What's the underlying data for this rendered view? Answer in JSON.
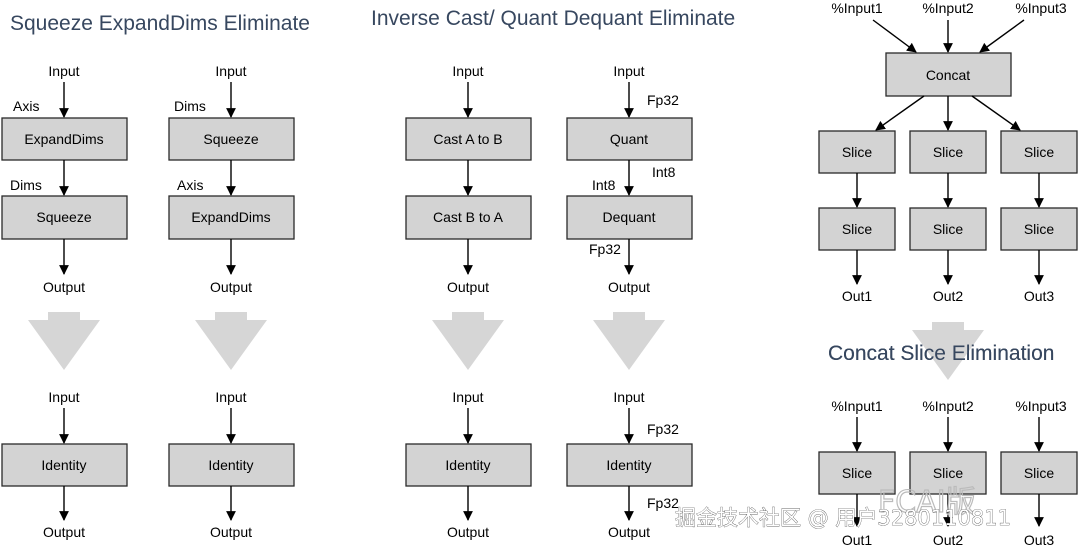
{
  "titles": {
    "squeeze": "Squeeze ExpandDims Eliminate",
    "cast": "Inverse Cast/ Quant Dequant Eliminate",
    "concat": "Concat Slice Elimination"
  },
  "labels": {
    "input": "Input",
    "output": "Output",
    "axis": "Axis",
    "dims": "Dims",
    "fp32": "Fp32",
    "int8": "Int8"
  },
  "boxes": {
    "expanddims": "ExpandDims",
    "squeeze": "Squeeze",
    "identity": "Identity",
    "cast_a_to_b": "Cast A to B",
    "cast_b_to_a": "Cast B to A",
    "quant": "Quant",
    "dequant": "Dequant",
    "concat": "Concat",
    "slice": "Slice"
  },
  "concat_inputs": [
    "%Input1",
    "%Input2",
    "%Input3"
  ],
  "concat_outputs": [
    "Out1",
    "Out2",
    "Out3"
  ],
  "watermark": {
    "text": "掘金技术社区 @ 用户3280110811",
    "logo": "FCAI版"
  },
  "colors": {
    "box_fill": "#d3d3d3",
    "title": "#37475f",
    "big_arrow": "#d6d6d6"
  }
}
